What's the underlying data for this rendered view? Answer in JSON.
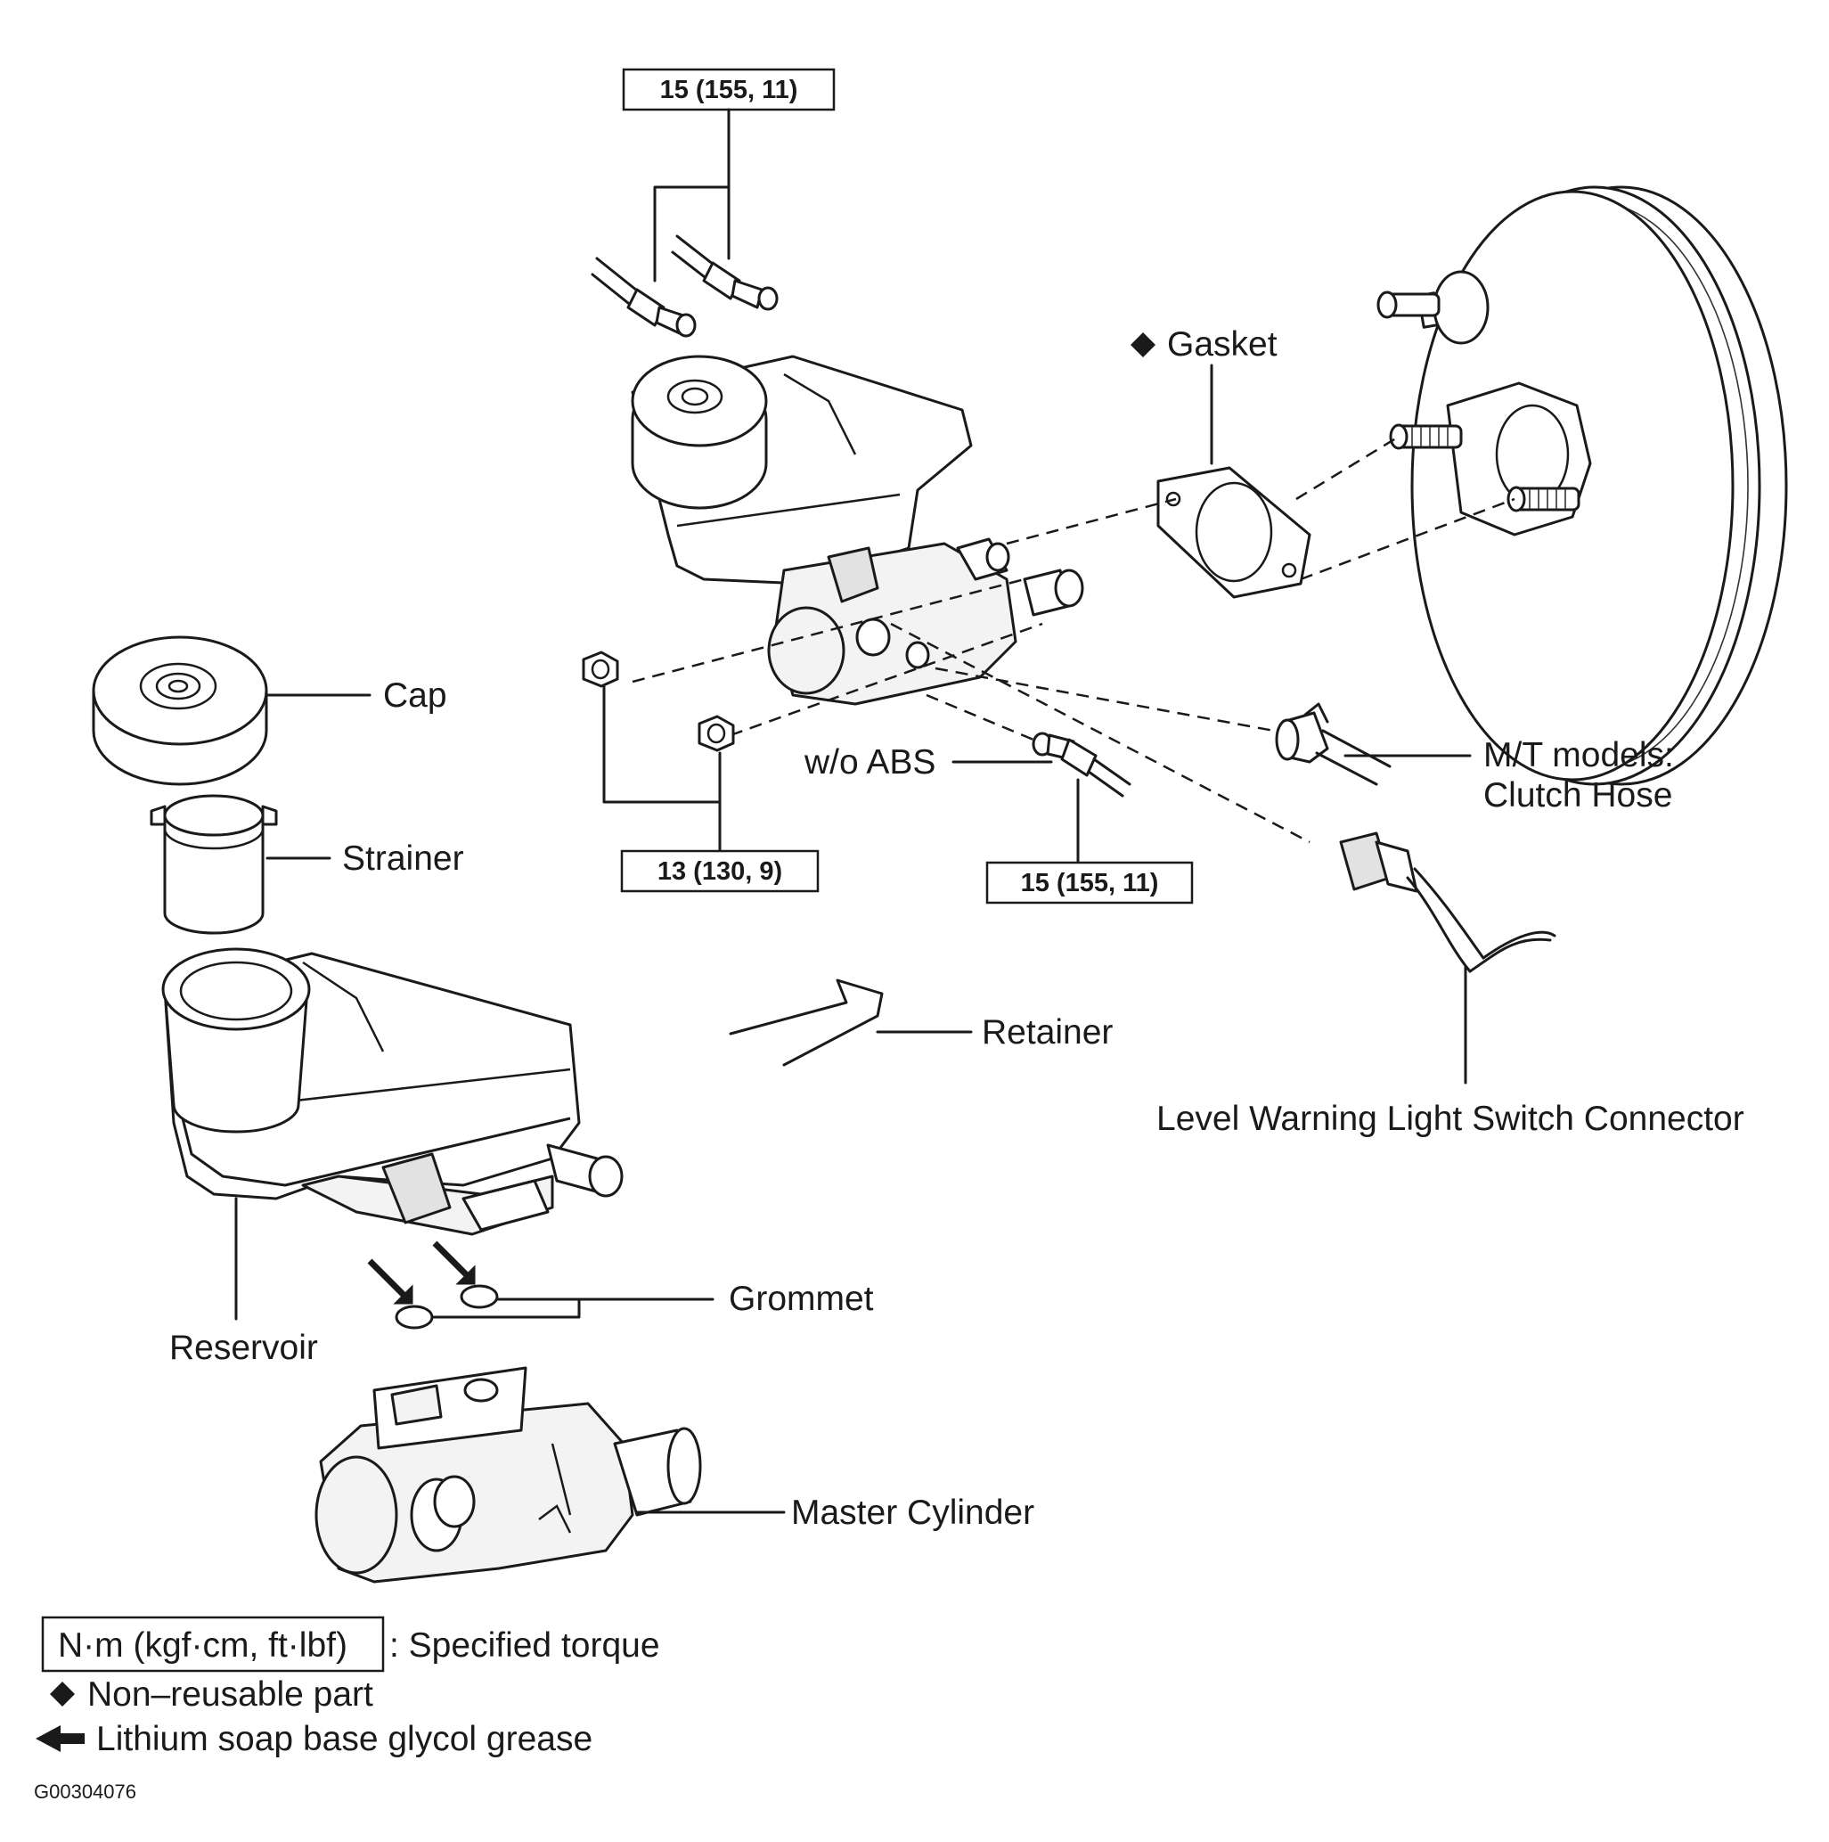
{
  "labels": {
    "gasket": "Gasket",
    "cap": "Cap",
    "strainer": "Strainer",
    "retainer": "Retainer",
    "reservoir": "Reservoir",
    "grommet": "Grommet",
    "master_cylinder": "Master Cylinder",
    "wo_abs": "w/o ABS",
    "mt_models_line1": "M/T models:",
    "mt_models_line2": "Clutch Hose",
    "level_warning": "Level Warning Light Switch Connector"
  },
  "torque": {
    "top": "15 (155, 11)",
    "nuts": "13 (130, 9)",
    "wo_abs_line": "15 (155, 11)"
  },
  "legend": {
    "unit_box": "N·m (kgf·cm, ft·lbf)",
    "unit_desc": ": Specified torque",
    "non_reusable": "Non–reusable part",
    "grease": "Lithium soap base glycol grease"
  },
  "figure_code": "G00304076"
}
